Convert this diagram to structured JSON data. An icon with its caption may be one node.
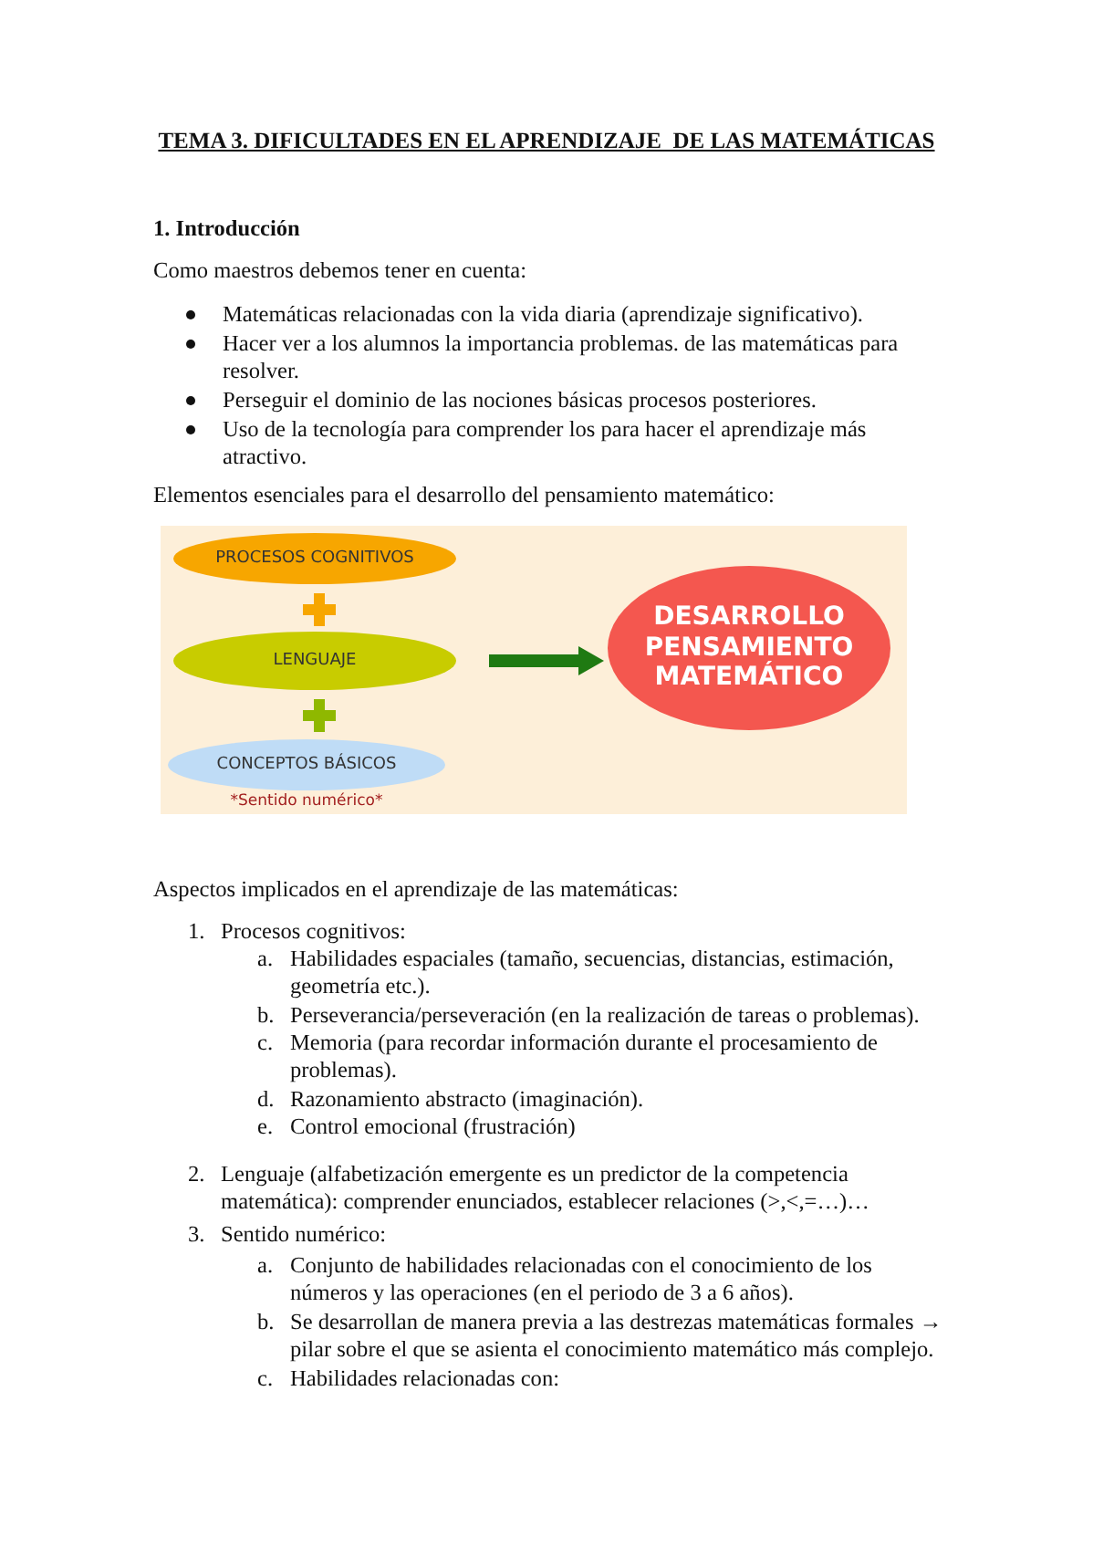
{
  "diagram": {
    "title": "TEMA 3. DIFICULTADES EN EL APRENDIZAJE  DE LAS MATEMÁTICAS",
    "nodes": [
      {
        "text": [
          "PROCESOS COGNITIVOS"
        ]
      },
      {
        "text": [
          "LENGUAJE"
        ]
      },
      {
        "text": [
          "CONCEPTOS BÁSICOS"
        ],
        "beside": [
          "*Sentido numérico*"
        ]
      },
      {
        "text": [
          "DESARROLLO PENSAMIENTO MATEMÁTICO"
        ]
      }
    ],
    "edges": [
      {
        "from": 1,
        "to": 3,
        "arrow": "to"
      }
    ],
    "labels": [
      "1. Introducción",
      "Como maestros debemos tener en cuenta:",
      "Matemáticas relacionadas con la vida diaria (aprendizaje significativo).",
      "Hacer ver a los alumnos la importancia problemas. de las matemáticas para resolver.",
      "Perseguir el dominio de las nociones básicas procesos posteriores.",
      "Uso de la tecnología para comprender los para hacer el aprendizaje más atractivo.",
      "Elementos esenciales para el desarrollo del pensamiento matemático:",
      "Aspectos implicados en el aprendizaje de las matemáticas:",
      "1.",
      "Procesos cognitivos:",
      "a.",
      "Habilidades espaciales (tamaño, secuencias, distancias, estimación, geometría etc.).",
      "b.",
      "Perseverancia/perseveración (en la realización de tareas o problemas).",
      "c.",
      "Memoria (para recordar información durante el procesamiento de problemas).",
      "d.",
      "Razonamiento abstracto (imaginación).",
      "e.",
      "Control emocional (frustración)",
      "2.",
      "Lenguaje (alfabetización emergente es un predictor de la competencia matemática): comprender enunciados, establecer relaciones (>,<,=…)…",
      "3.",
      "Sentido numérico:",
      "a.",
      "Conjunto de habilidades relacionadas con el conocimiento de los números y las operaciones (en el periodo de 3 a 6 años).",
      "b.",
      "Se desarrollan de manera previa a las destrezas matemáticas formales → pilar sobre el que se asienta el conocimiento matemático más complejo.",
      "c.",
      "Habilidades relacionadas con:"
    ]
  }
}
